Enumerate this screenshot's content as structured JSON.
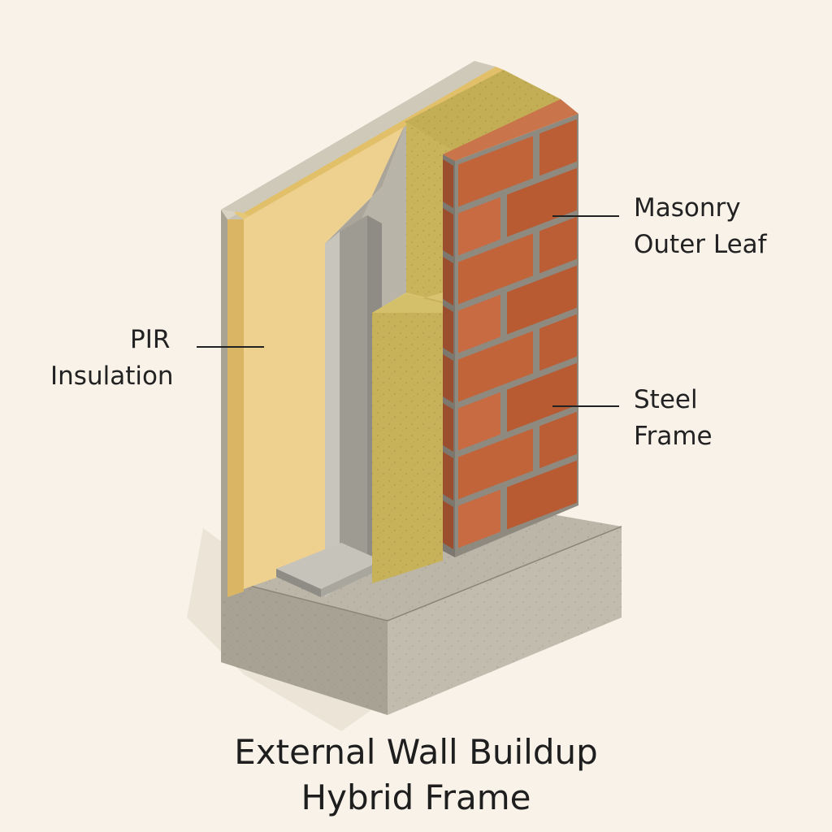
{
  "labels": {
    "pir_line1": "PIR",
    "pir_line2": "Insulation",
    "masonry_line1": "Masonry",
    "masonry_line2": "Outer Leaf",
    "steel_line1": "Steel",
    "steel_line2": "Frame"
  },
  "title": {
    "line1": "External Wall Buildup",
    "line2": "Hybrid Frame"
  },
  "colors": {
    "background": "#f8f2e9",
    "pir_board": "#eed08f",
    "mineral_wool": "#cbb658",
    "brick": "#c2643a",
    "mortar": "#8f8a80",
    "concrete": "#b7b1a4",
    "steel": "#a6a39c"
  }
}
